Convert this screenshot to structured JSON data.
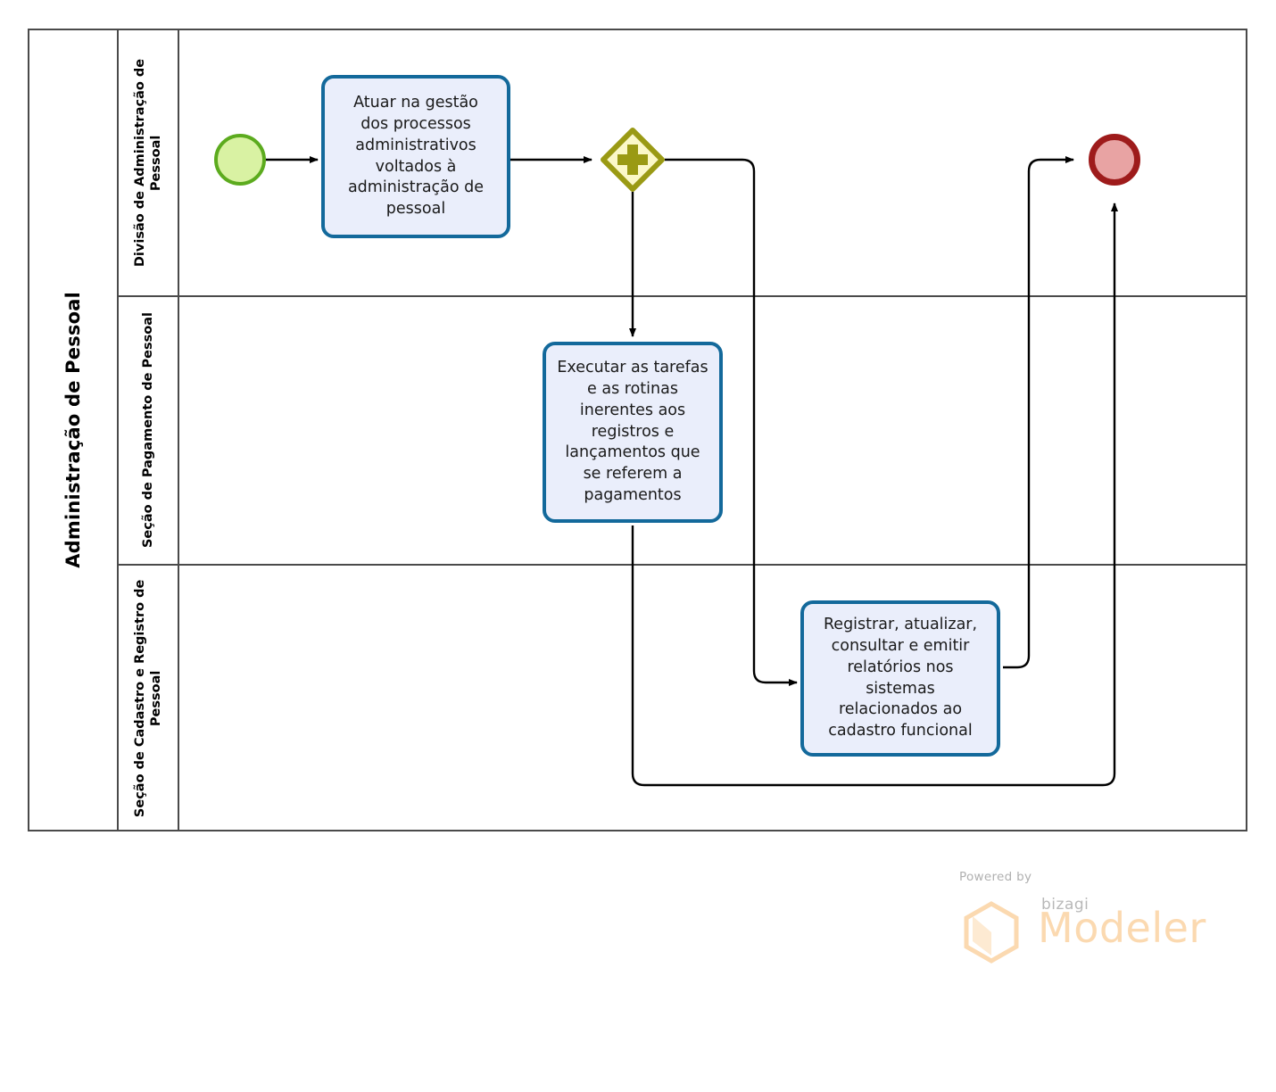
{
  "pool": {
    "title": "Administração de Pessoal"
  },
  "lanes": [
    {
      "id": "lane-divisao",
      "label": "Divisão de Administração de Pessoal"
    },
    {
      "id": "lane-pagamento",
      "label": "Seção de Pagamento de Pessoal"
    },
    {
      "id": "lane-cadastro",
      "label": "Seção de Cadastro e Registro de Pessoal"
    }
  ],
  "events": [
    {
      "id": "start-event",
      "type": "start-event",
      "lane": "lane-divisao",
      "fill": "#d9f2a3",
      "stroke": "#5cab1e"
    },
    {
      "id": "end-event",
      "type": "end-event",
      "lane": "lane-divisao",
      "fill": "#e8a3a3",
      "stroke": "#9e1b1b"
    }
  ],
  "gateway": {
    "id": "parallel-gateway",
    "type": "parallel-gateway",
    "symbol": "+",
    "fill": "#fbf8c8",
    "stroke": "#9a9a14"
  },
  "tasks": [
    {
      "id": "task-atuar-gestao",
      "lane": "lane-divisao",
      "label": "Atuar na gestão\ndos processos\nadministrativos\nvoltados à\nadministração de\npessoal"
    },
    {
      "id": "task-executar-tarefas",
      "lane": "lane-pagamento",
      "label": "Executar as tarefas\ne as rotinas\ninerentes aos\nregistros e\nlançamentos  que\nse referem a\npagamentos"
    },
    {
      "id": "task-registrar-atualizar",
      "lane": "lane-cadastro",
      "label": "Registrar, atualizar,\nconsultar e emitir\nrelatórios nos\nsistemas\nrelacionados ao\ncadastro funcional"
    }
  ],
  "flows": [
    {
      "id": "flow-start-to-task1",
      "from": "start-event",
      "to": "task-atuar-gestao"
    },
    {
      "id": "flow-task1-to-gateway",
      "from": "task-atuar-gestao",
      "to": "parallel-gateway"
    },
    {
      "id": "flow-gateway-to-task2",
      "from": "parallel-gateway",
      "to": "task-executar-tarefas"
    },
    {
      "id": "flow-gateway-to-task3",
      "from": "parallel-gateway",
      "to": "task-registrar-atualizar"
    },
    {
      "id": "flow-task3-to-end",
      "from": "task-registrar-atualizar",
      "to": "end-event"
    },
    {
      "id": "flow-task2-to-end",
      "from": "task-executar-tarefas",
      "to": "end-event"
    }
  ],
  "footer": {
    "powered_by": "Powered by",
    "brand": "bizagi",
    "product": "Modeler",
    "brand_color": "#fbd9b0"
  },
  "colors": {
    "task_fill": "#eaeefb",
    "task_stroke": "#13699b",
    "pool_stroke": "#4a4a4a",
    "flow_stroke": "#000000"
  }
}
